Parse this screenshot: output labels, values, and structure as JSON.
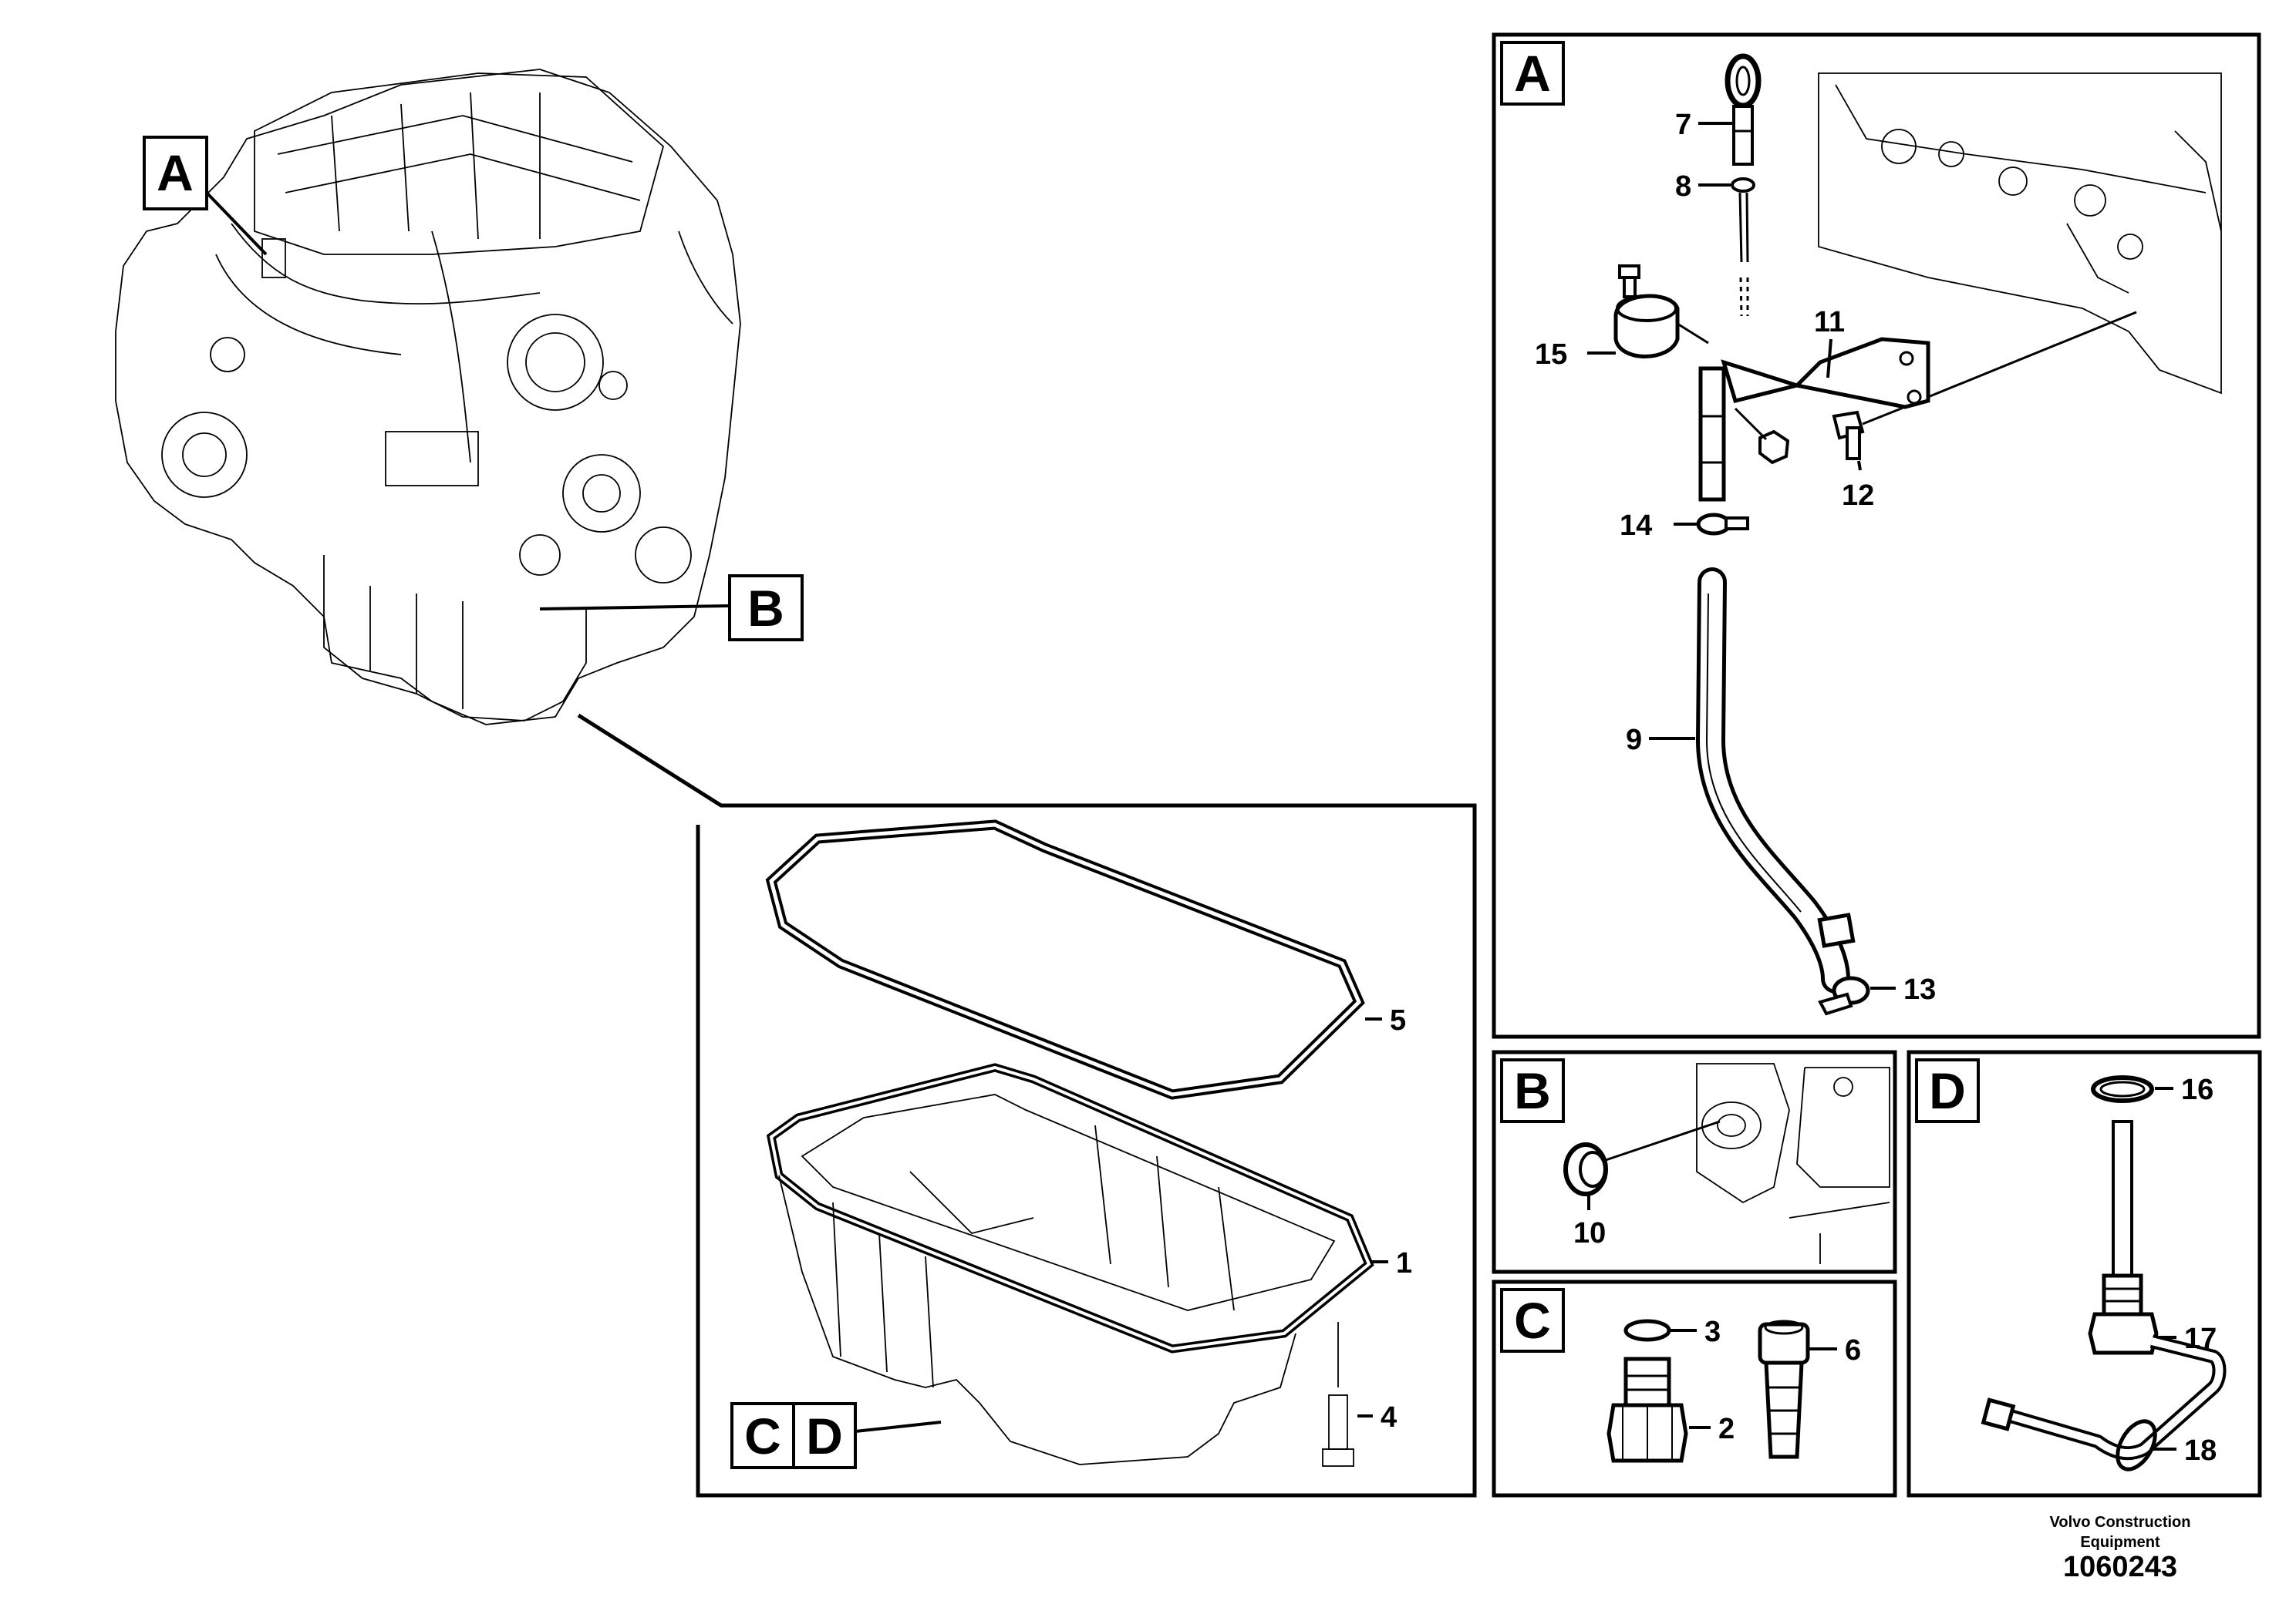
{
  "views": {
    "A": "A",
    "B": "B",
    "C": "C",
    "D": "D"
  },
  "parts": {
    "p1": "1",
    "p2": "2",
    "p3": "3",
    "p4": "4",
    "p5": "5",
    "p6": "6",
    "p7": "7",
    "p8": "8",
    "p9": "9",
    "p10": "10",
    "p11": "11",
    "p12": "12",
    "p13": "13",
    "p14": "14",
    "p15": "15",
    "p16": "16",
    "p17": "17",
    "p18": "18"
  },
  "footer": {
    "brand_line1": "Volvo Construction",
    "brand_line2": "Equipment",
    "drawing_number": "1060243"
  }
}
